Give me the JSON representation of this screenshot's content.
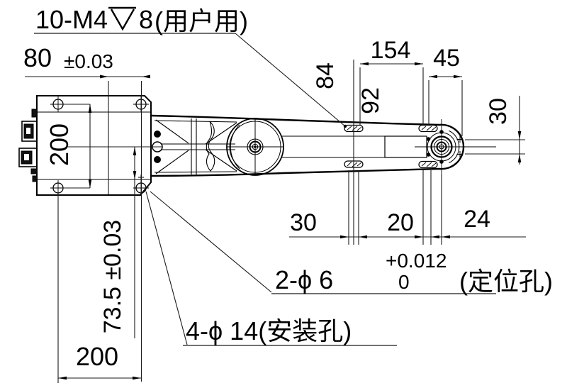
{
  "annotations": {
    "tapped_note_prefix": "10-M4",
    "tapped_note_depth": "8",
    "tapped_note_suffix": "(用户用)",
    "dim_80": "80",
    "dim_80_tol": "±0.03",
    "dim_200_left": "200",
    "dim_154": "154",
    "dim_84": "84",
    "dim_92": "92",
    "dim_45": "45",
    "dim_30_right": "30",
    "dim_30_bottom": "30",
    "dim_20": "20",
    "dim_24": "24",
    "loc_note_label": "2-ϕ 6",
    "loc_note_tol_upper": "+0.012",
    "loc_note_tol_lower": "0",
    "loc_note_suffix": "(定位孔)",
    "mount_note": "4-ϕ 14(安装孔)",
    "dim_735": "73.5 ±0.03",
    "dim_200_bottom": "200"
  },
  "colors": {
    "line": "#000000",
    "background": "#ffffff"
  }
}
